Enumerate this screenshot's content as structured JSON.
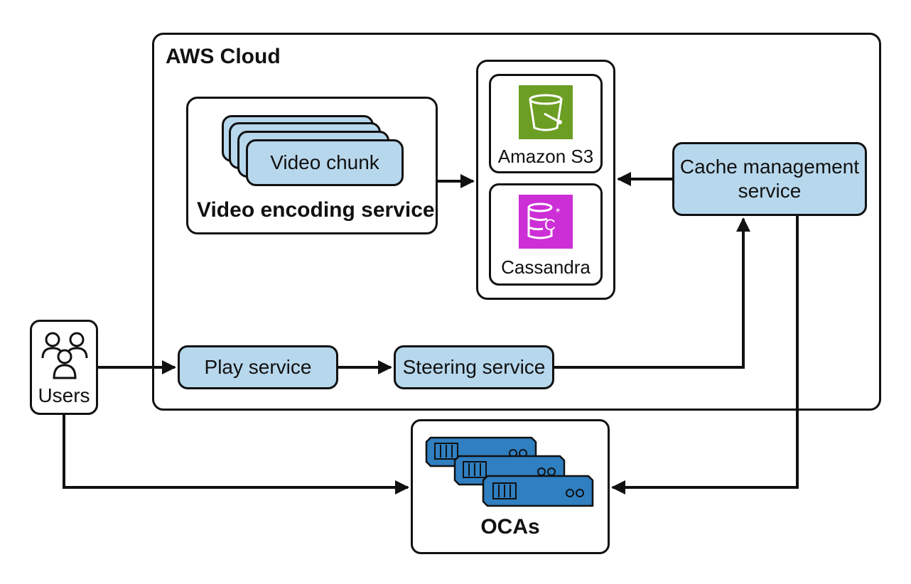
{
  "aws_cloud": {
    "title": "AWS Cloud"
  },
  "video_encoding": {
    "chunk_label": "Video chunk",
    "service_label": "Video encoding service"
  },
  "storage": {
    "s3_label": "Amazon S3",
    "cassandra_label": "Cassandra"
  },
  "cache_management": {
    "line1": "Cache management",
    "line2": "service"
  },
  "play_service": {
    "label": "Play service"
  },
  "steering_service": {
    "label": "Steering service"
  },
  "users": {
    "label": "Users"
  },
  "ocas": {
    "label": "OCAs"
  },
  "colors": {
    "service_fill": "#b7d7ec",
    "s3_green": "#6b9e23",
    "cassandra_magenta": "#cc2fd6",
    "server_blue": "#2f7fc1"
  }
}
